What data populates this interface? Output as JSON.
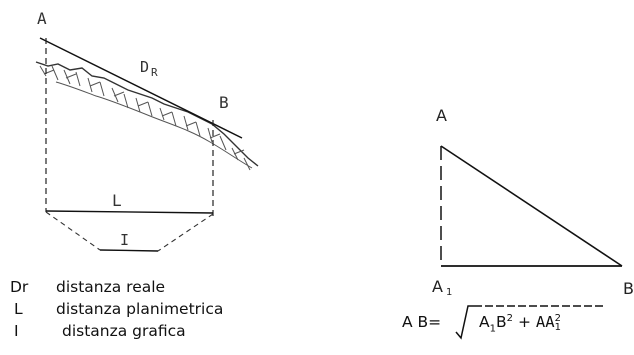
{
  "left_figure": {
    "point_a": "A",
    "point_b": "B",
    "real_distance_label": "D",
    "real_distance_subscript": "R",
    "planimetric_label": "L",
    "graphic_label": "I"
  },
  "legend": [
    {
      "symbol": "Dr",
      "text": "distanza reale"
    },
    {
      "symbol": "L",
      "text": "distanza planimetrica"
    },
    {
      "symbol": "I",
      "text": "distanza grafica"
    }
  ],
  "right_figure": {
    "point_a": "A",
    "point_a1": "A",
    "point_a1_sub": "1",
    "point_b": "B"
  },
  "formula": {
    "lhs": "A B=",
    "term1": "A",
    "term1_sub": "1",
    "term1_rest": "B",
    "term1_exp": "2",
    "plus": "+",
    "term2": "AA",
    "term2_exp": "2",
    "term2_sub": "1"
  }
}
